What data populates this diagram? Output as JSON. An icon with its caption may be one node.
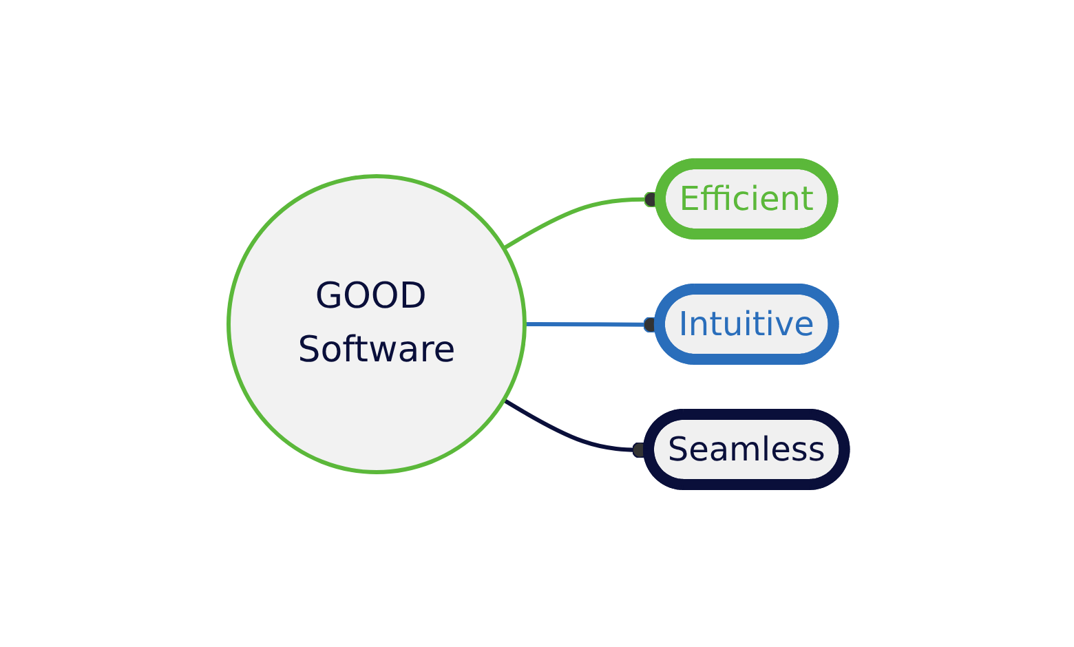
{
  "diagram": {
    "nodes": [
      {
        "text": [
          "GOOD Software"
        ]
      },
      {
        "text": [
          "Efficient"
        ]
      },
      {
        "text": [
          "Intuitive"
        ]
      },
      {
        "text": [
          "Seamless"
        ]
      }
    ],
    "edges": [
      {
        "from": 0,
        "to": 1,
        "arrow": "other",
        "color": "#5bb83a"
      },
      {
        "from": 0,
        "to": 2,
        "arrow": "other",
        "color": "#2a6ebb"
      },
      {
        "from": 0,
        "to": 3,
        "arrow": "other",
        "color": "#0a0f3a"
      }
    ]
  }
}
